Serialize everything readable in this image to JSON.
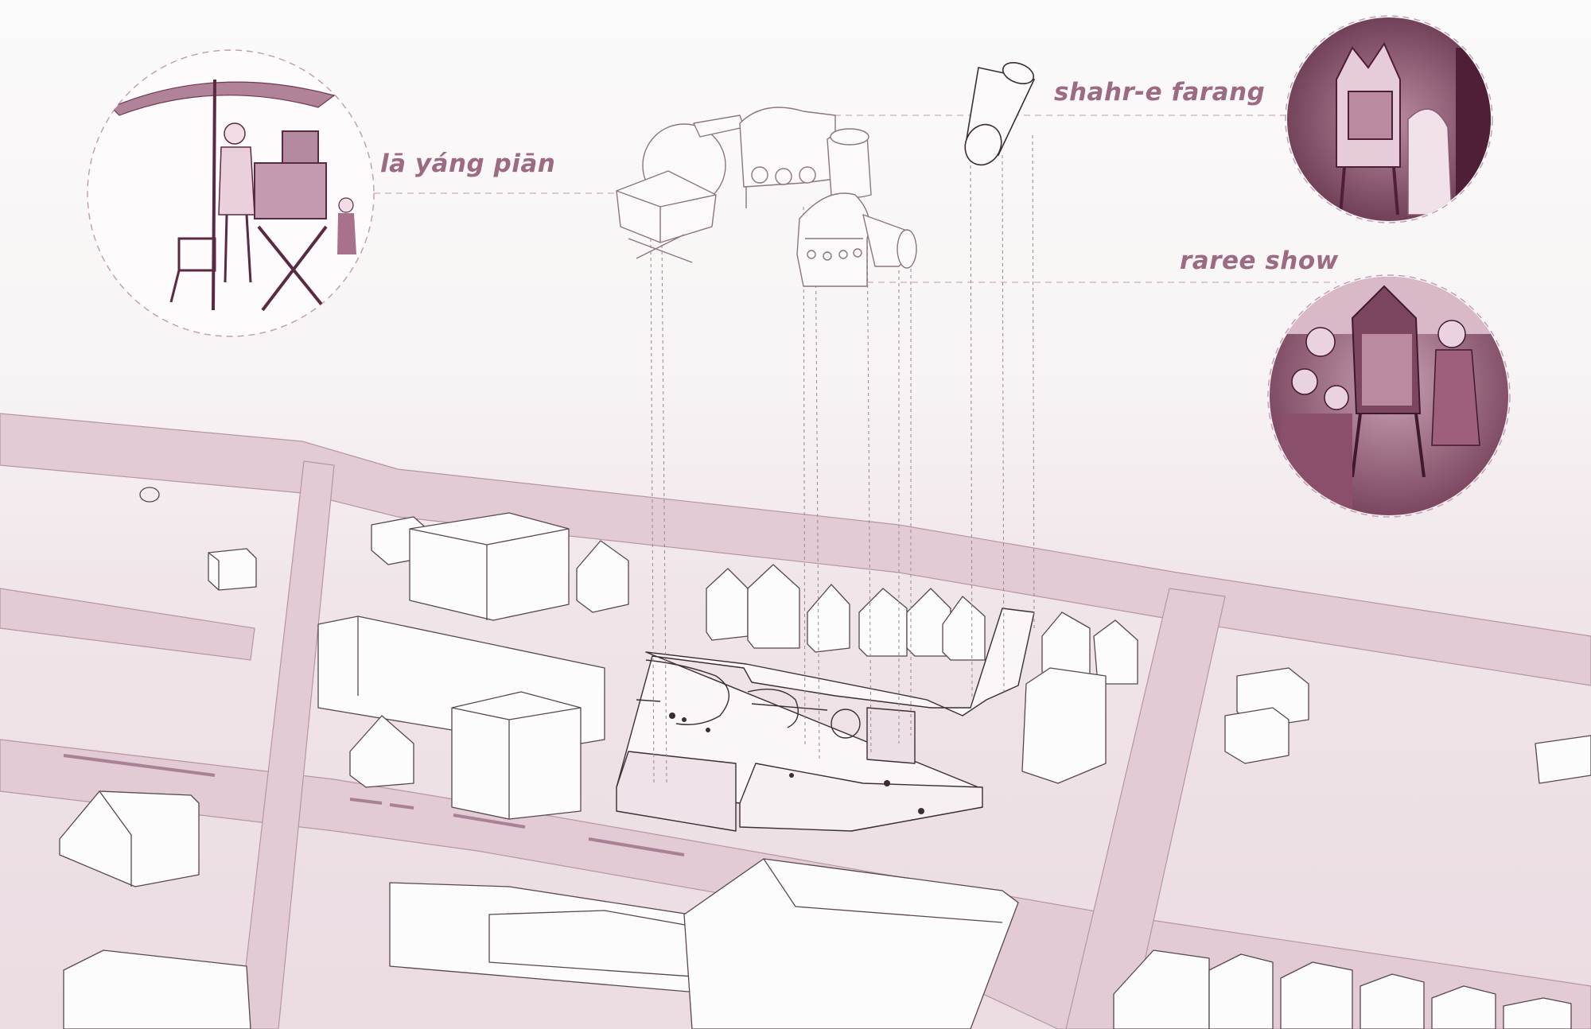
{
  "labels": {
    "la_yang_pian": "lā yáng piān",
    "shahr_e_farang": "shahr-e farang",
    "raree_show": "raree show"
  },
  "colors": {
    "accent": "#9c6a82",
    "road": "#e2cbd4",
    "block": "#f1e7eb",
    "building": "#fdfcfc",
    "line": "#5a4650",
    "photo_dark": "#5a2a42",
    "photo_mid": "#a8728c"
  },
  "icons": {
    "peep_box_1": "peep-box-icon",
    "cylinder": "cylinder-viewer-icon"
  }
}
